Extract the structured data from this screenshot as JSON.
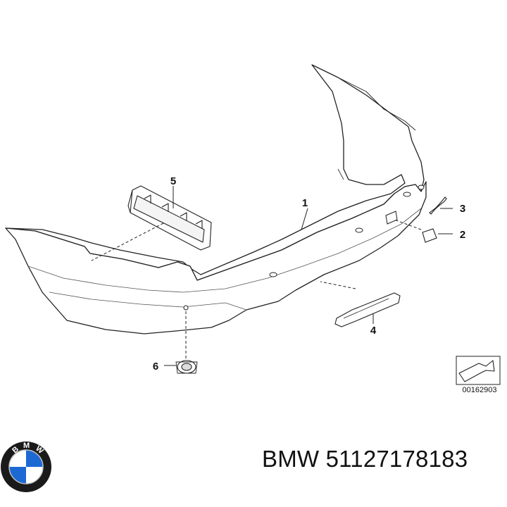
{
  "diagram": {
    "callouts": [
      "1",
      "2",
      "3",
      "4",
      "5",
      "6"
    ],
    "reference_code": "00162903"
  },
  "footer": {
    "brand": "BMW",
    "part_number": "51127178183",
    "text": "BMW 51127178183",
    "logo_letters": "BMW",
    "logo_colors": {
      "ring": "#1a1a1a",
      "blue": "#1c69d4",
      "white": "#ffffff"
    }
  }
}
